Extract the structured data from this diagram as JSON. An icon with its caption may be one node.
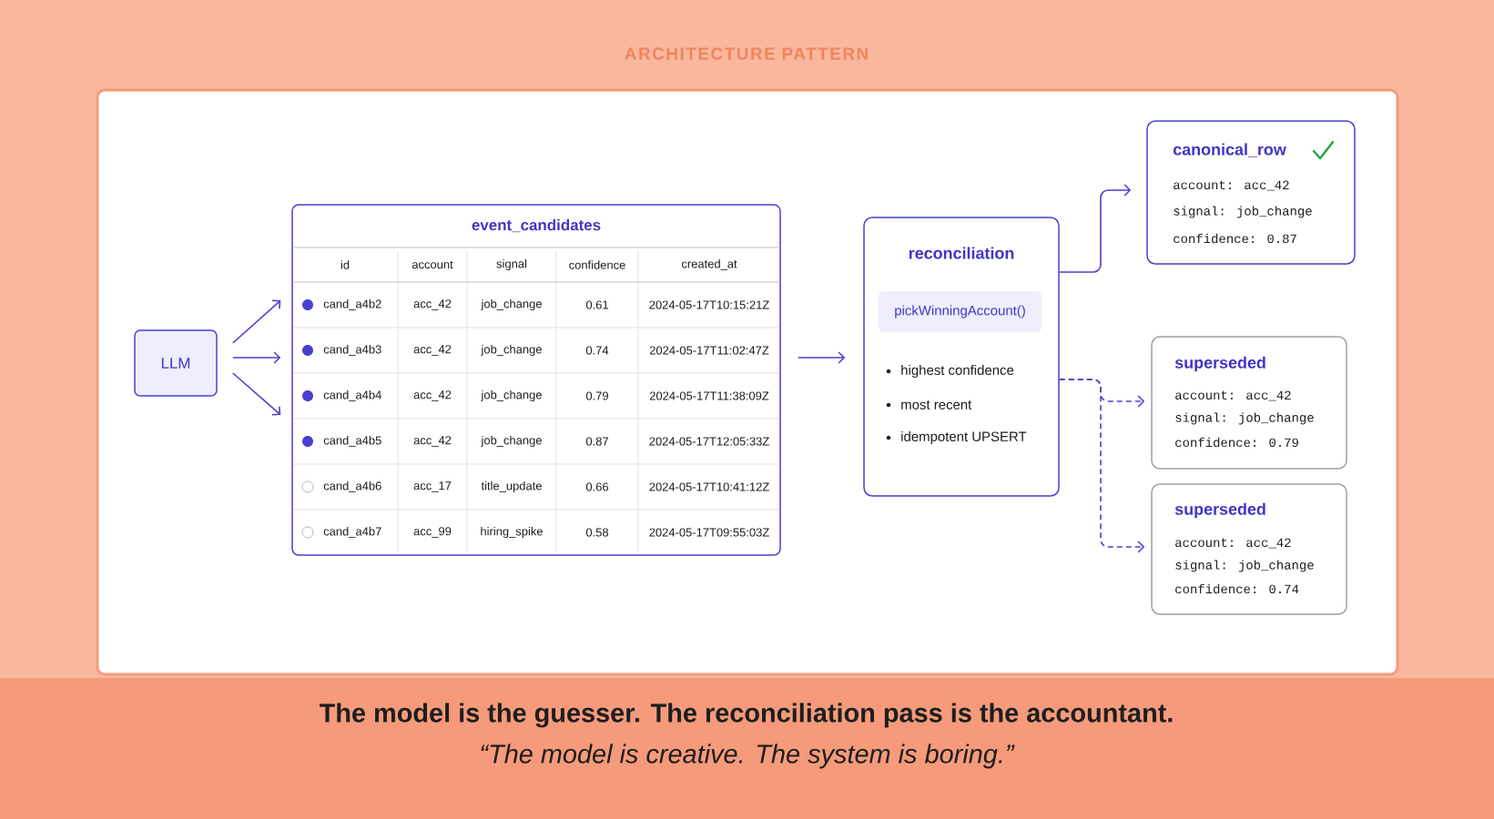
{
  "diagram": {
    "title": "ARCHITECTURE PATTERN",
    "caption": "The model is the guesser. The reconciliation pass is the accountant.",
    "nodes": [
      {
        "text": [
          "LLM"
        ]
      },
      {
        "text": [
          "event_candidates"
        ]
      },
      {
        "text": [
          "reconciliation",
          "highest confidence",
          "most recent",
          "idempotent UPSERT"
        ]
      },
      {
        "text": [
          "pickWinningAccount()"
        ],
        "in": 2
      },
      {
        "text": [
          "canonical_row",
          "account:  acc_42",
          "signal:  job_change",
          "confidence:  0.87"
        ]
      },
      {
        "text": [
          "superseded",
          "account:  acc_42",
          "signal:  job_change",
          "confidence:  0.79"
        ]
      },
      {
        "text": [
          "superseded",
          "account:  acc_42",
          "signal:  job_change",
          "confidence:  0.74"
        ]
      }
    ],
    "edges": [
      {
        "from": 0,
        "to": 1,
        "arrow": "to"
      },
      {
        "from": 0,
        "to": 1,
        "arrow": "to"
      },
      {
        "from": 0,
        "to": 1,
        "arrow": "to"
      },
      {
        "from": 1,
        "to": 2,
        "arrow": "to"
      },
      {
        "from": 2,
        "to": 4,
        "arrow": "to"
      },
      {
        "from": 2,
        "to": 5,
        "arrow": "to",
        "style": "dashed"
      },
      {
        "from": 2,
        "to": 6,
        "arrow": "to",
        "style": "dashed"
      }
    ],
    "labels": [
      "id",
      "account",
      "signal",
      "confidence",
      "created_at",
      "cand_a4b2",
      "acc_42",
      "job_change",
      "0.61",
      "2024-05-17T10:15:21Z",
      "cand_a4b3",
      "acc_42",
      "job_change",
      "0.74",
      "2024-05-17T11:02:47Z",
      "cand_a4b4",
      "acc_42",
      "job_change",
      "0.79",
      "2024-05-17T11:38:09Z",
      "cand_a4b5",
      "acc_42",
      "job_change",
      "0.87",
      "2024-05-17T12:05:33Z",
      "cand_a4b6",
      "acc_17",
      "title_update",
      "0.66",
      "2024-05-17T10:41:12Z",
      "cand_a4b7",
      "acc_99",
      "hiring_spike",
      "0.58",
      "2024-05-17T09:55:03Z",
      "“The model is creative. The system is boring.”"
    ]
  }
}
